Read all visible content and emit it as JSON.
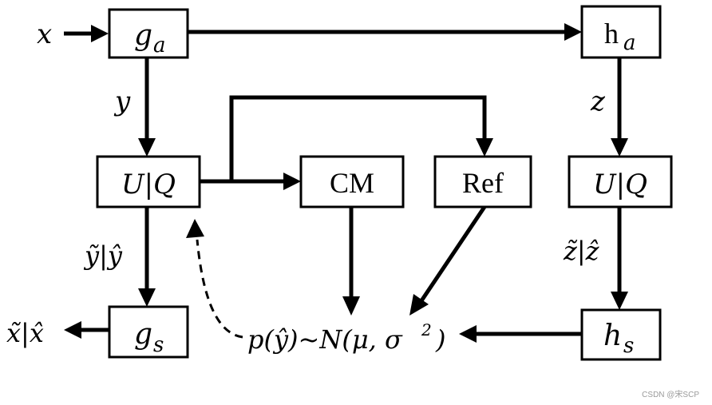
{
  "nodes": {
    "ga": "g",
    "ga_sub": "a",
    "ha": "h",
    "ha_sub": "a",
    "uq_left": "U|Q",
    "cm": "CM",
    "ref": "Ref",
    "uq_right": "U|Q",
    "gs": "g",
    "gs_sub": "s",
    "hs": "h",
    "hs_sub": "s"
  },
  "labels": {
    "x_input": "x",
    "y": "y",
    "z": "z",
    "y_tilde_hat": "ỹ|ŷ",
    "z_tilde_hat": "z̃|ẑ",
    "x_tilde_hat": "x̃|x̂",
    "prior": "p(ŷ)~N(μ, σ",
    "prior_sup": "2",
    "prior_close": ")"
  },
  "watermark": "CSDN @宋SCP"
}
